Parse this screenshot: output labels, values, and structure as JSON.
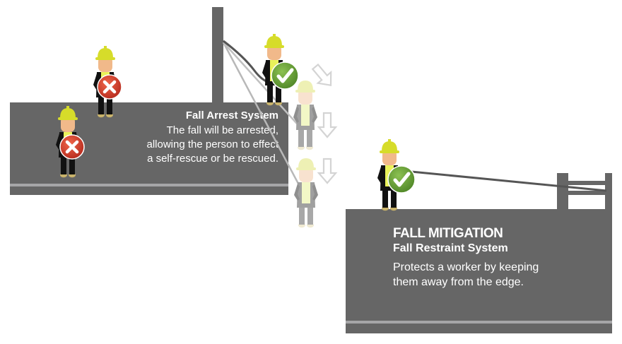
{
  "arrest": {
    "title": "Fall Arrest System",
    "lines": [
      "The fall will be arrested,",
      "allowing the person to effect",
      "a self-rescue or be rescued."
    ]
  },
  "restraint": {
    "heading": "FALL MITIGATION",
    "title": "Fall Restraint System",
    "lines": [
      "Protects a worker by keeping",
      "them away from the edge."
    ]
  },
  "icons": {
    "incorrect": "x-circle-icon",
    "correct": "check-circle-icon",
    "fall_direction": "arrow-down-icon"
  },
  "colors": {
    "platform": "#666666",
    "stripe": "#a6a6a8",
    "hardhat": "#d6dc2a",
    "skin": "#f1b98a",
    "vest": "#e9f25a",
    "suit": "#111111",
    "boots": "#c9b36b",
    "x_badge": "#d9402c",
    "check_badge": "#6ea23a",
    "faded": "#c8c8c8"
  }
}
